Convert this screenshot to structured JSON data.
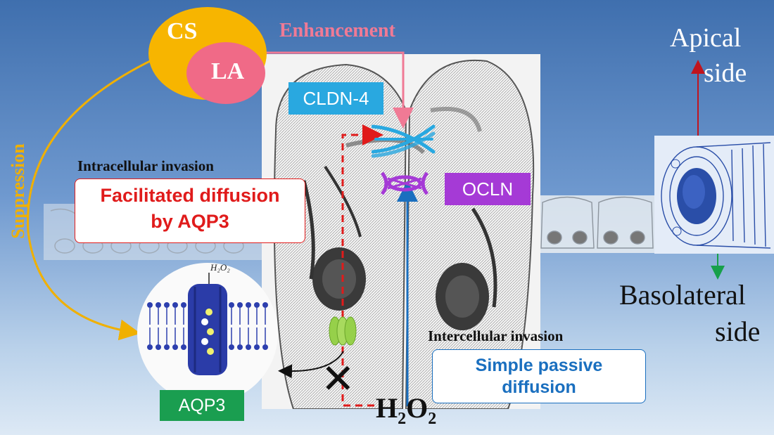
{
  "colors": {
    "background_top": "#3f6fae",
    "background_bottom": "#dde9f5",
    "cs_yellow": "#f7b500",
    "la_pink": "#f06a87",
    "enhancement_pink": "#f07a95",
    "suppression_yellow": "#f0b000",
    "cldn_blue": "#29a8e0",
    "ocln_purple": "#a53ad6",
    "aqp3_green": "#1a9e50",
    "facilitated_red": "#e01b1b",
    "simple_blue": "#1a6fbf",
    "apical_arrow": "#c0141e",
    "basolateral_arrow": "#17a04a"
  },
  "labels": {
    "cs": "CS",
    "la": "LA",
    "enhancement": "Enhancement",
    "suppression": "Suppression",
    "cldn4": "CLDN-4",
    "ocln": "OCLN",
    "intracellular": "Intracellular invasion",
    "facilitated_line1": "Facilitated diffusion",
    "facilitated_line2": "by AQP3",
    "aqp3": "AQP3",
    "h2o2_small": "H₂O₂",
    "h2o2_main": "H",
    "h2o2_sub1": "2",
    "h2o2_o": "O",
    "h2o2_sub2": "2",
    "intercellular": "Intercellular invasion",
    "simple_line1": "Simple passive",
    "simple_line2": "diffusion",
    "apical_line1": "Apical",
    "apical_line2": "side",
    "basolateral_line1": "Basolateral",
    "basolateral_line2": "side",
    "block_mark": "✕"
  },
  "icons": {
    "tight_junction_claudin": "claudin-4-cross-icon",
    "tight_junction_occludin": "occludin-loop-icon",
    "aqp3_channel": "aqp3-channel-icon",
    "membrane": "lipid-bilayer-icon",
    "tube": "epithelial-tube-icon"
  }
}
